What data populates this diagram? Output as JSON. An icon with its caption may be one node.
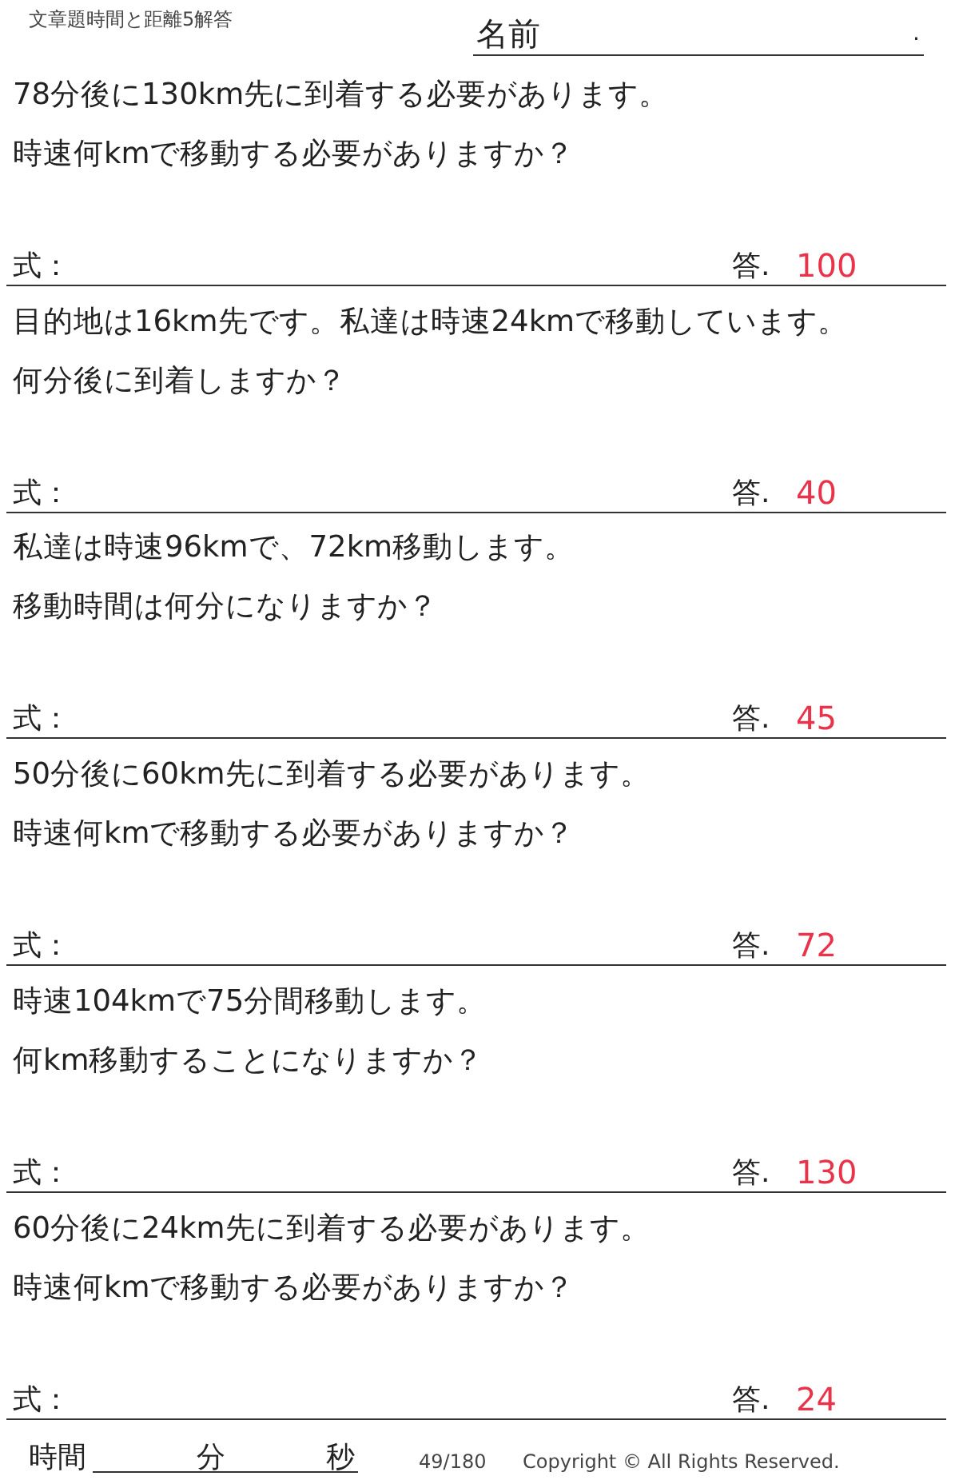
{
  "diagram": {
    "title": "文章題時間と距離5解答",
    "labels": [
      "名前",
      ".",
      "78分後に130km先に到着する必要があります。",
      "時速何kmで移動する必要がありますか？",
      "式：",
      "答.",
      "100",
      "目的地は16km先です。私達は時速24kmで移動しています。",
      "何分後に到着しますか？",
      "式：",
      "答.",
      "40",
      "私達は時速96kmで、72km移動します。",
      "移動時間は何分になりますか？",
      "式：",
      "答.",
      "45",
      "50分後に60km先に到着する必要があります。",
      "時速何kmで移動する必要がありますか？",
      "式：",
      "答.",
      "72",
      "時速104kmで75分間移動します。",
      "何km移動することになりますか？",
      "式：",
      "答.",
      "130",
      "60分後に24km先に到着する必要があります。",
      "時速何kmで移動する必要がありますか？",
      "式：",
      "答.",
      "24",
      "時間",
      "分",
      "秒",
      "49/180",
      "Copyright © All Rights Reserved."
    ]
  }
}
